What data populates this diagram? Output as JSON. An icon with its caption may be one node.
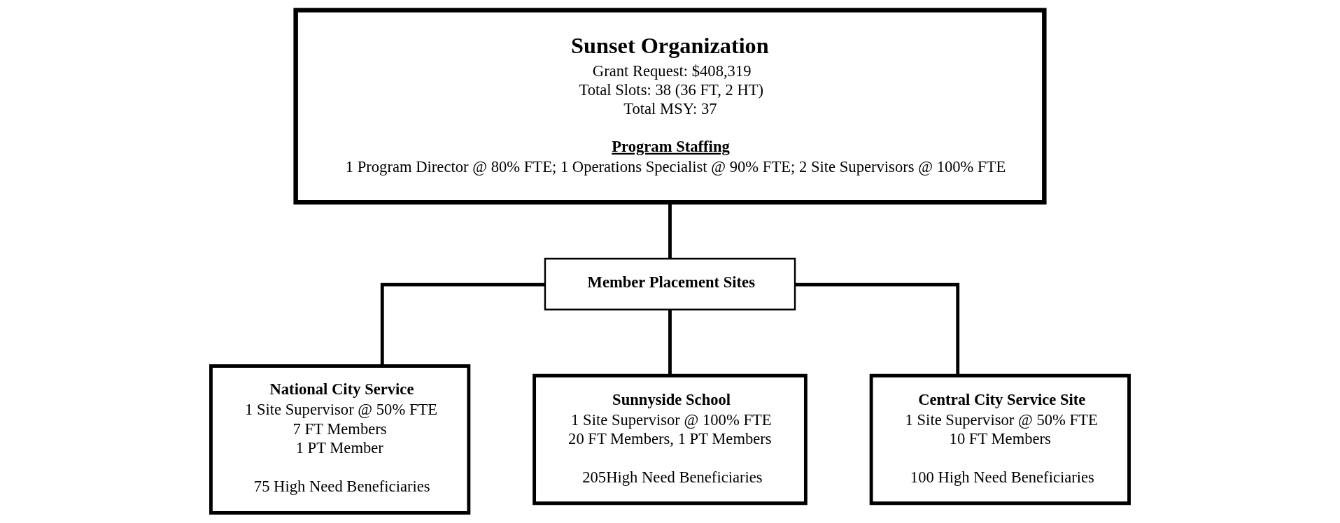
{
  "diagram": {
    "nodes": [
      {
        "text": [
          "Sunset Organization",
          "Grant Request: $408,319",
          "Total Slots: 38 (36 FT, 2 HT)",
          "Total MSY: 37",
          "Program Staffing",
          "1 Program Director @ 80% FTE; 1 Operations Specialist @ 90% FTE; 2 Site Supervisors @ 100% FTE"
        ]
      },
      {
        "text": [
          "Member Placement Sites"
        ]
      },
      {
        "text": [
          "National City Service",
          "1 Site Supervisor @ 50% FTE",
          "7 FT Members",
          "1 PT Member",
          "75 High Need Beneficiaries"
        ]
      },
      {
        "text": [
          "Sunnyside School",
          "1 Site Supervisor @ 100% FTE",
          "20 FT Members, 1 PT Members",
          "205High Need Beneficiaries"
        ]
      },
      {
        "text": [
          "Central City Service Site",
          "1 Site Supervisor @ 50% FTE",
          "10 FT Members",
          "100 High Need Beneficiaries"
        ]
      }
    ],
    "edges": [
      {
        "from": 0,
        "to": 1,
        "arrow": "none"
      },
      {
        "from": 1,
        "to": 2,
        "arrow": "none"
      },
      {
        "from": 1,
        "to": 3,
        "arrow": "none"
      },
      {
        "from": 1,
        "to": 4,
        "arrow": "none"
      }
    ]
  }
}
